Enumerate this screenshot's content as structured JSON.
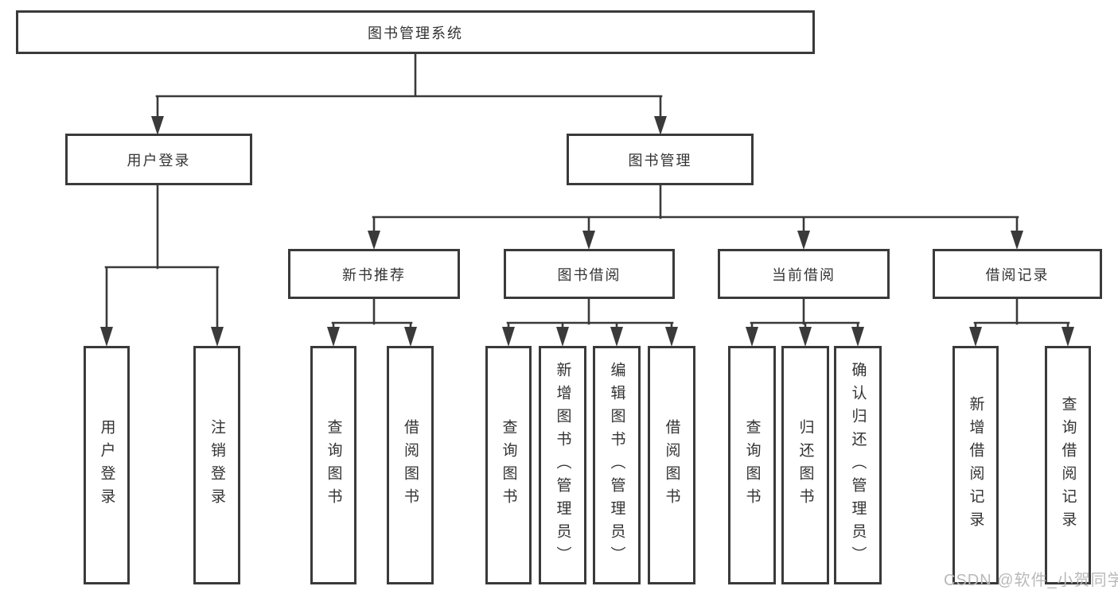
{
  "colors": {
    "line": "#3a3a3a",
    "box_border": "#3a3a3a",
    "box_background": "#ffffff",
    "text": "#333333",
    "watermark": "#b9b9b9",
    "page_background": "#ffffff"
  },
  "watermark": {
    "text": "CSDN @软件_小贺同学"
  },
  "diagram": {
    "type": "tree",
    "root": {
      "label": "图书管理系统"
    },
    "level2": [
      {
        "label": "用户登录",
        "children": [
          "用户登录",
          "注销登录"
        ]
      },
      {
        "label": "图书管理"
      }
    ],
    "level3": [
      {
        "label": "新书推荐",
        "children": [
          "查询图书",
          "借阅图书"
        ]
      },
      {
        "label": "图书借阅",
        "children": [
          "查询图书",
          "新增图书（管理员）",
          "编辑图书（管理员）",
          "借阅图书"
        ]
      },
      {
        "label": "当前借阅",
        "children": [
          "查询图书",
          "归还图书",
          "确认归还（管理员）"
        ]
      },
      {
        "label": "借阅记录",
        "children": [
          "新增借阅记录",
          "查询借阅记录"
        ]
      }
    ]
  }
}
